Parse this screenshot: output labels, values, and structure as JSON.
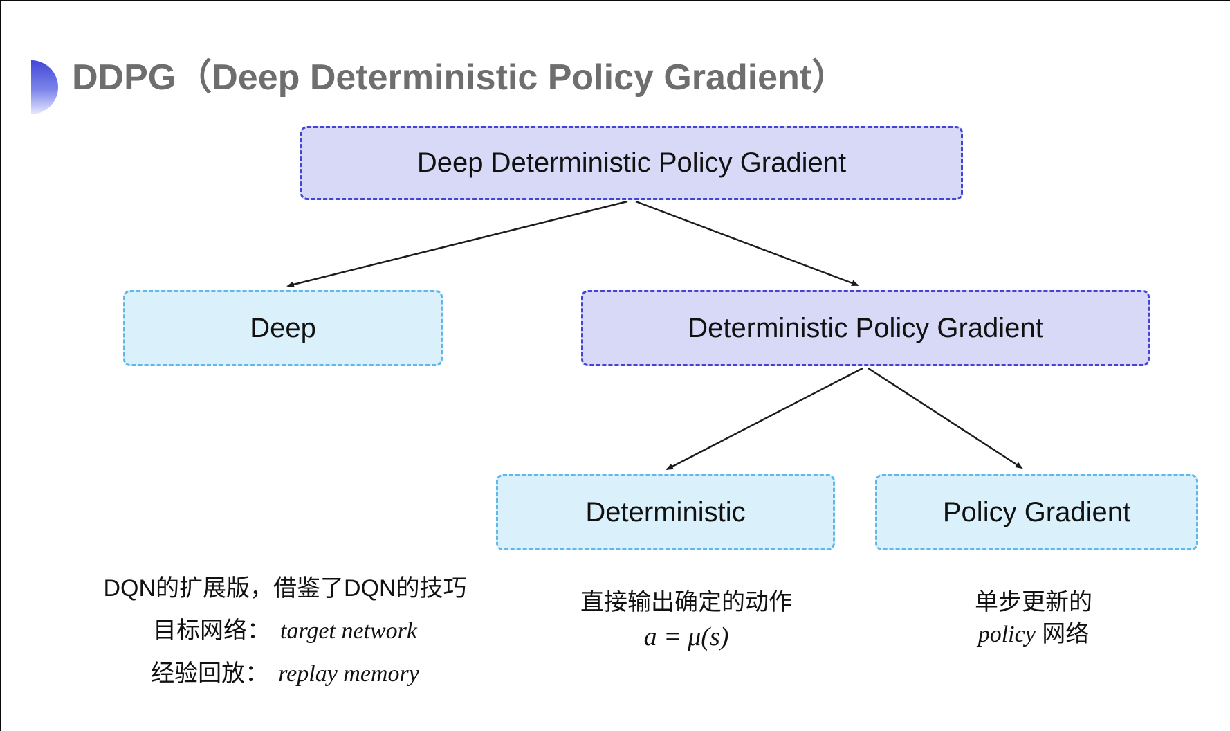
{
  "title": {
    "text": "DDPG（Deep Deterministic Policy Gradient）"
  },
  "diagram": {
    "root": {
      "label": "Deep Deterministic Policy Gradient"
    },
    "children": [
      {
        "label": "Deep"
      },
      {
        "label": "Deterministic Policy Gradient"
      }
    ],
    "grandchildren": [
      {
        "label": "Deterministic"
      },
      {
        "label": "Policy Gradient"
      }
    ]
  },
  "annotations": {
    "deep": {
      "line1": "DQN的扩展版，借鉴了DQN的技巧",
      "line2_label": "目标网络：",
      "line2_term": "target network",
      "line3_label": "经验回放：",
      "line3_term": "replay memory"
    },
    "deterministic": {
      "line1": "直接输出确定的动作",
      "formula": "a = μ(s)"
    },
    "policy_gradient": {
      "line1": "单步更新的",
      "term": "policy",
      "suffix": " 网络"
    }
  },
  "colors": {
    "title_gray": "#6e6e6e",
    "purple_fill": "#d8d8f7",
    "purple_border": "#4343d8",
    "blue_fill": "#daf0fa",
    "blue_border": "#5fb8e8",
    "arrow": "#1c1c1c",
    "bullet_gradient_top": "#4347d8",
    "bullet_gradient_bottom": "#e6e9fd"
  }
}
